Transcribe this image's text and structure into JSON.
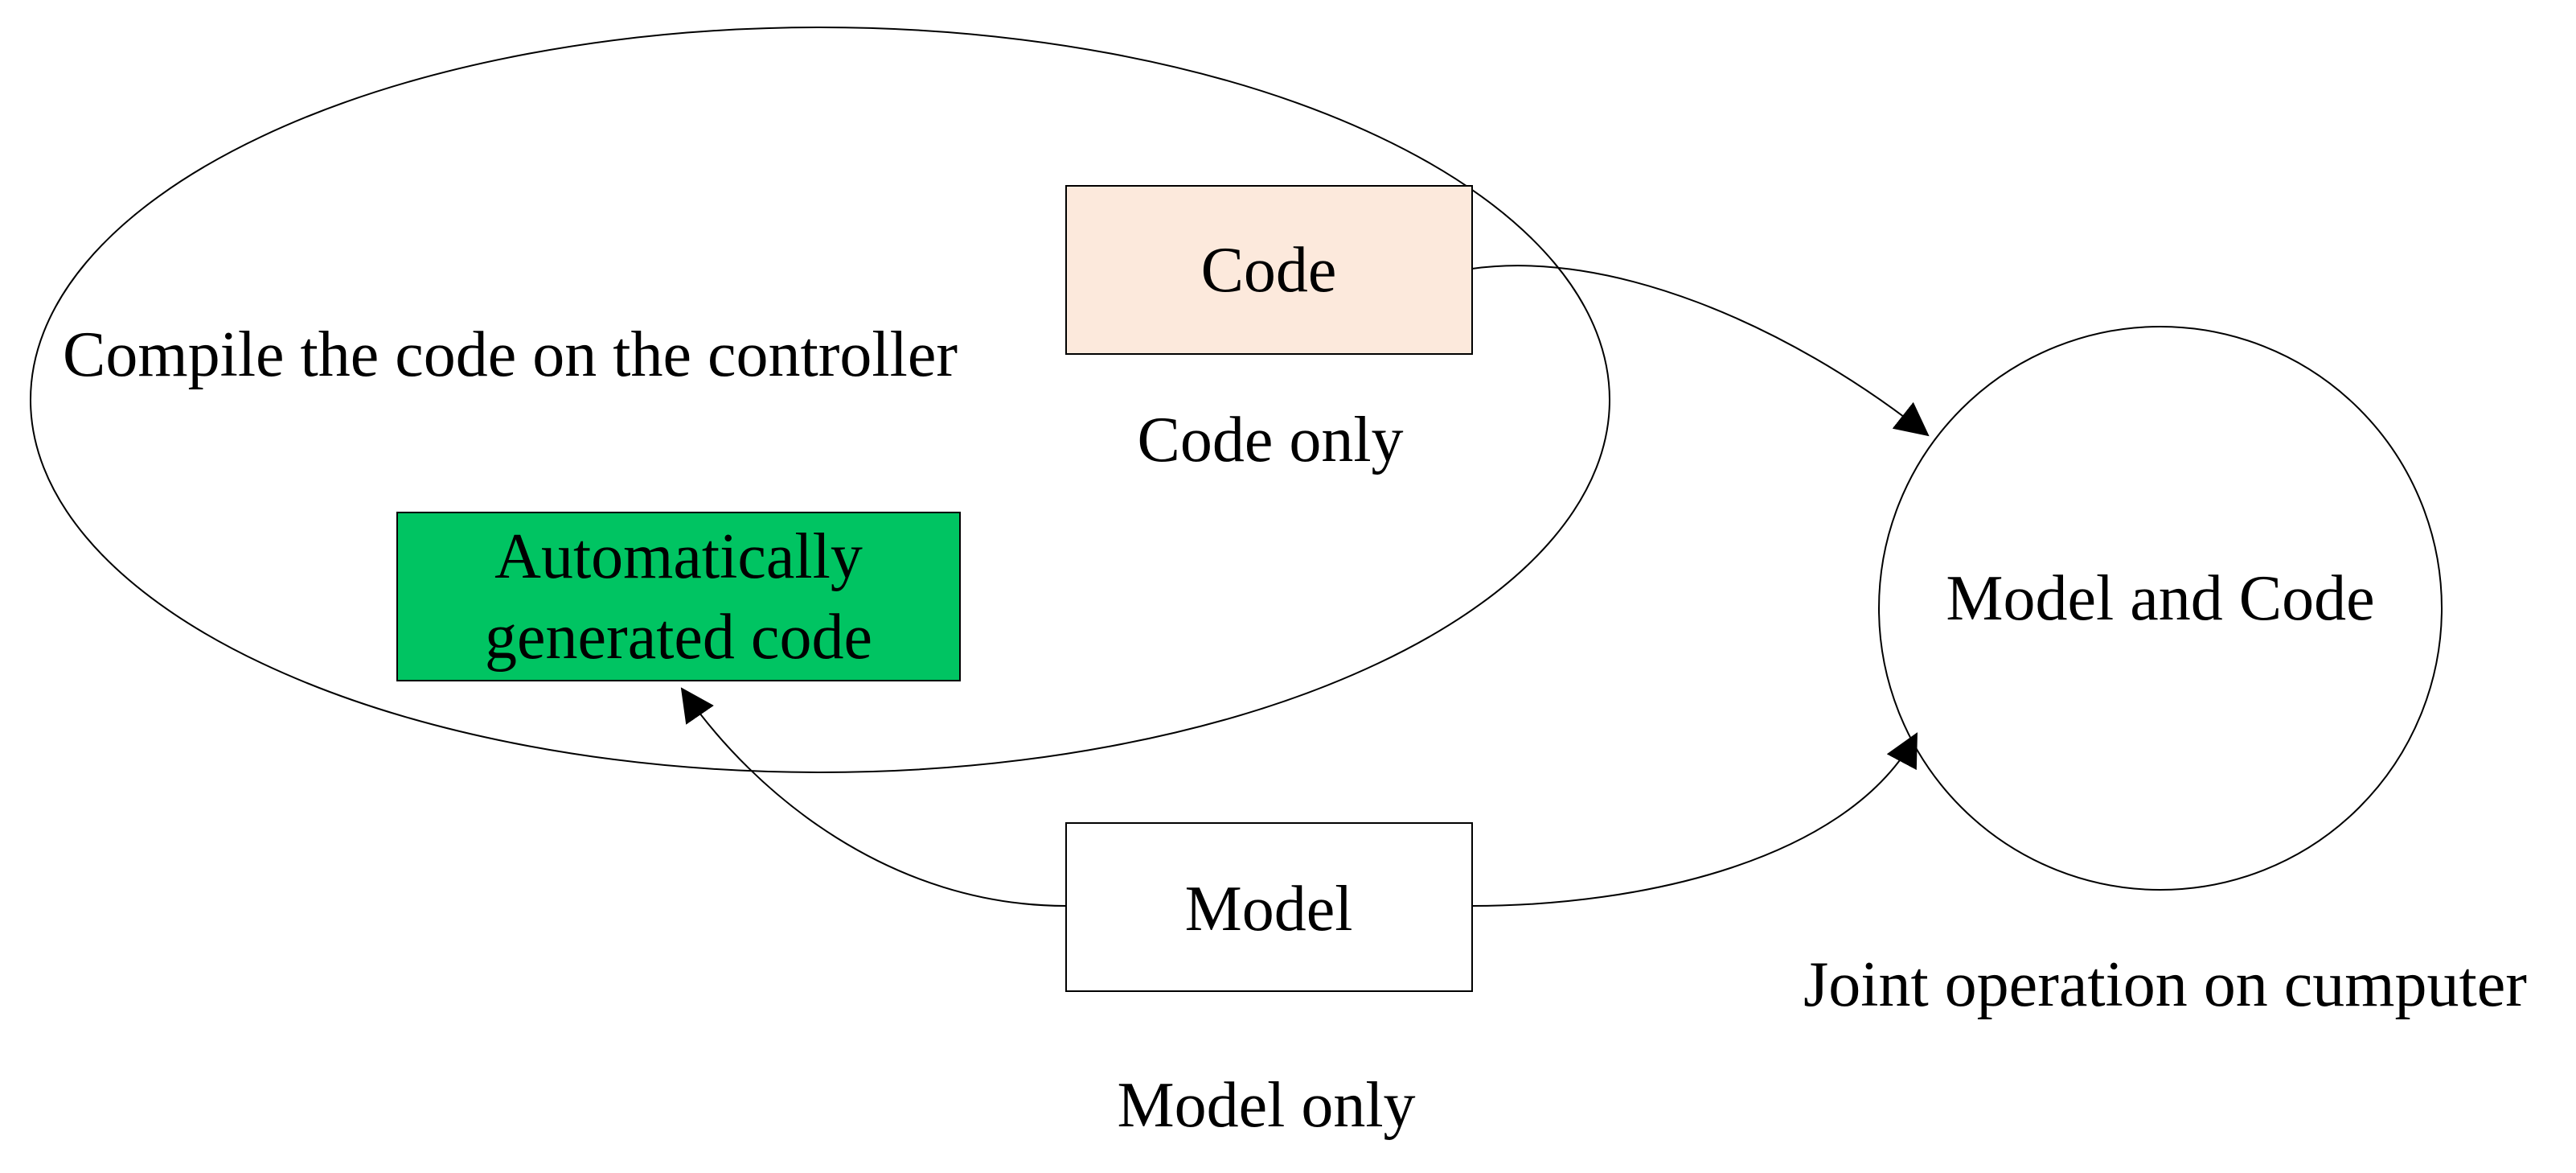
{
  "labels": {
    "compile": "Compile the code on the controller",
    "code_only": "Code only",
    "model_only": "Model only",
    "joint": "Joint operation on cumputer"
  },
  "nodes": {
    "code": {
      "label": "Code",
      "fill": "#fce9dc"
    },
    "auto": {
      "line1": "Automatically",
      "line2": "generated code",
      "fill": "#00c462"
    },
    "model": {
      "label": "Model",
      "fill": "#ffffff"
    },
    "model_and_code": {
      "label": "Model and Code"
    }
  }
}
